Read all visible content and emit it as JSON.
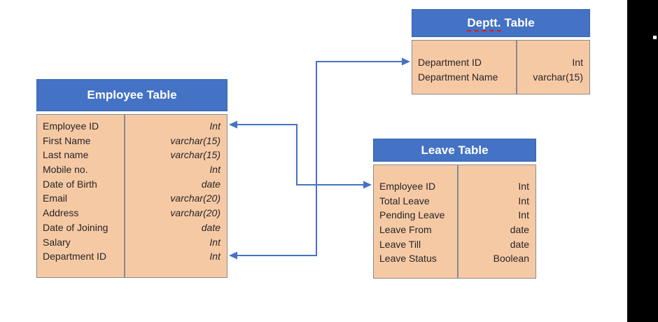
{
  "diagram": {
    "kind": "database-er-diagram",
    "colors": {
      "header_blue": "#4472C4",
      "table_fill": "#F6C9A5",
      "table_border_gray": "#8A8A8A",
      "connector_blue": "#4472C4",
      "spellcheck_red": "#E31B0C",
      "edge_strip_black": "#000000"
    },
    "relationships": [
      {
        "from": "Employee Table: Department ID",
        "to": "Deptt. Table: Department ID",
        "style": "elbow-double-arrow"
      },
      {
        "from": "Employee Table: Employee ID",
        "to": "Leave Table: Employee ID",
        "style": "elbow-double-arrow"
      }
    ]
  },
  "tables": {
    "employee": {
      "title": "Employee Table",
      "fields": [
        {
          "name": "Employee ID",
          "type": "Int"
        },
        {
          "name": "First Name",
          "type": "varchar(15)"
        },
        {
          "name": "Last name",
          "type": "varchar(15)"
        },
        {
          "name": "Mobile no.",
          "type": "Int"
        },
        {
          "name": "Date of Birth",
          "type": "date"
        },
        {
          "name": "Email",
          "type": "varchar(20)"
        },
        {
          "name": "Address",
          "type": "varchar(20)"
        },
        {
          "name": "Date of Joining",
          "type": "date"
        },
        {
          "name": "Salary",
          "type": "Int"
        },
        {
          "name": "Department ID",
          "type": "Int"
        }
      ]
    },
    "department": {
      "title_underlined_part": "Deptt.",
      "title_rest": "Table",
      "fields": [
        {
          "name": "Department ID",
          "type": "Int"
        },
        {
          "name": "Department Name",
          "type": "varchar(15)"
        }
      ]
    },
    "leave": {
      "title": "Leave Table",
      "fields": [
        {
          "name": "Employee ID",
          "type": "Int"
        },
        {
          "name": "Total Leave",
          "type": "Int"
        },
        {
          "name": "Pending Leave",
          "type": "Int"
        },
        {
          "name": "Leave From",
          "type": "date"
        },
        {
          "name": "Leave Till",
          "type": "date"
        },
        {
          "name": "Leave Status",
          "type": "Boolean"
        }
      ]
    }
  }
}
